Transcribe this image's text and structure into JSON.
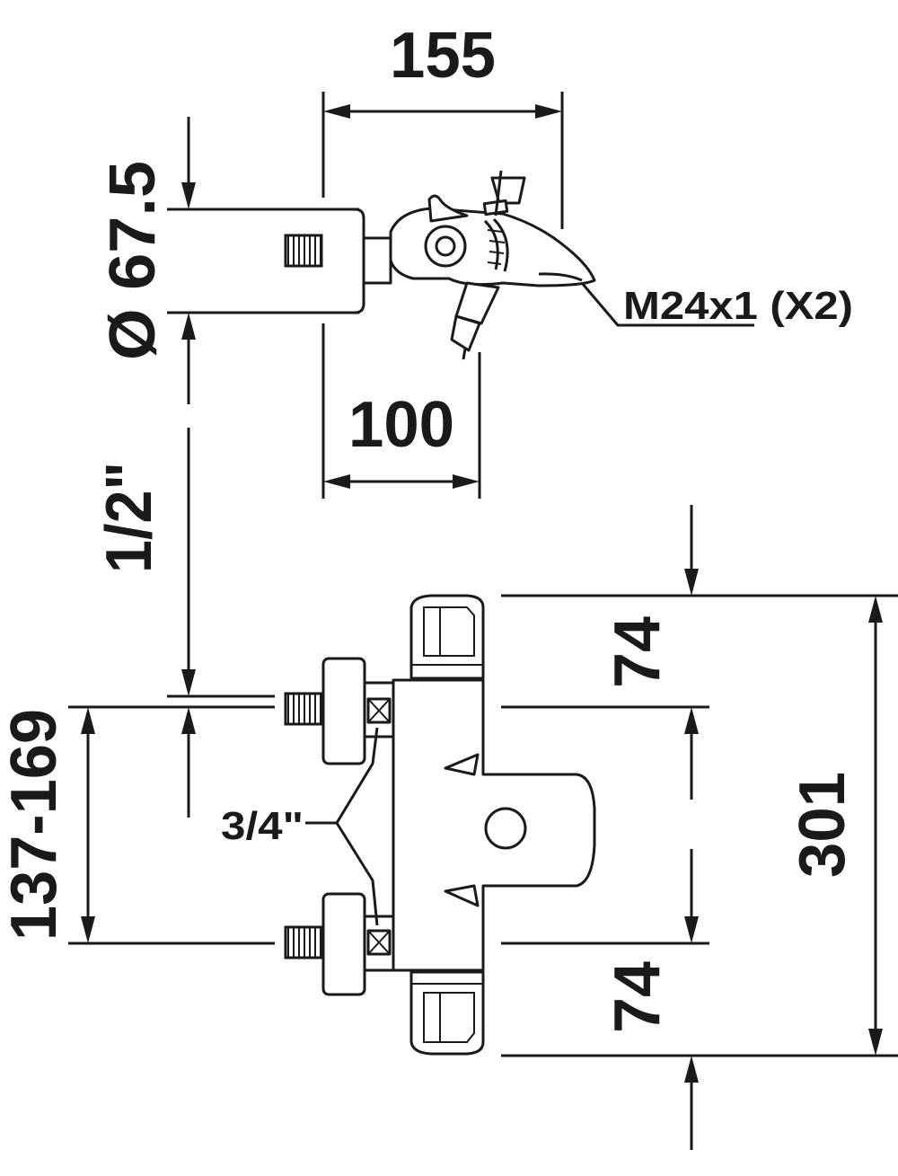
{
  "drawing": {
    "labels": {
      "top_width": "155",
      "diameter": "Ø 67.5",
      "thread": "M24x1 (X2)",
      "projection": "100",
      "inlet_pipe": "1/2\"",
      "body_height": "301",
      "upper_cap": "74",
      "lower_cap": "74",
      "inlet_spacing": "137-169",
      "connector": "3/4\""
    },
    "colors": {
      "line": "#1a1a1a",
      "background": "#ffffff"
    }
  }
}
